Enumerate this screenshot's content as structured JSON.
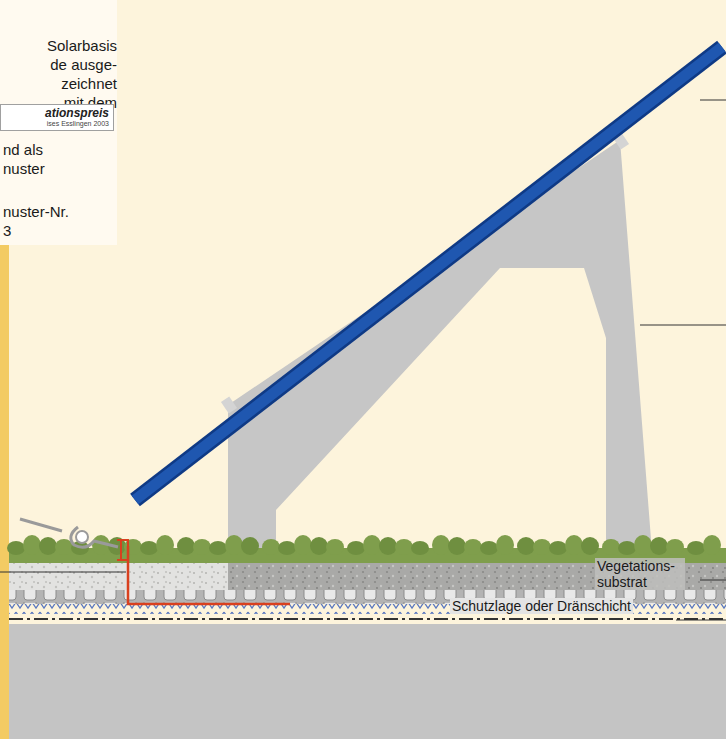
{
  "diagram": {
    "nodes": [
      {
        "text": [
          "ationspreis",
          "ises Esslingen 2003"
        ]
      }
    ],
    "labels": [
      "Solarbasis de ausge- zeichnet mit dem",
      "nd als nuster",
      "nuster-Nr. 3",
      "Vegetations- substrat",
      "Schutzlage oder Dränschicht"
    ]
  }
}
